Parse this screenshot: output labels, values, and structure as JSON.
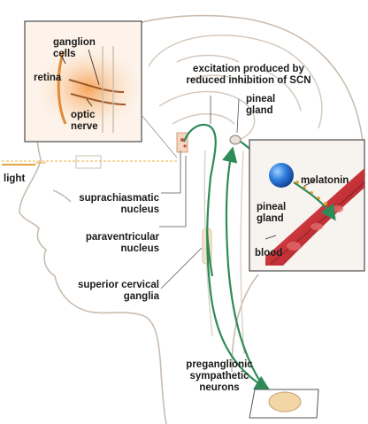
{
  "labels": {
    "ganglion_cells": "ganglion\ncells",
    "retina": "retina",
    "optic_nerve": "optic\nnerve",
    "excitation": "excitation produced by\nreduced inhibition of SCN",
    "pineal_gland_top": "pineal\ngland",
    "light": "light",
    "scn": "suprachiasmatic\nnucleus",
    "pvn": "paraventricular\nnucleus",
    "scg": "superior cervical\nganglia",
    "melatonin": "melatonin",
    "pineal_gland_inset": "pineal\ngland",
    "blood": "blood",
    "preganglionic": "preganglionic\nsympathetic\nneurons"
  },
  "colors": {
    "pathway_green": "#2e8b57",
    "skin_outline": "#c7b8aa",
    "brain_outline": "#d2c4b8",
    "retina_glow": "#f2a04a",
    "pineal_blue": "#2f7de0",
    "blood_red": "#d94a4a",
    "light_ray": "#f0c060"
  },
  "icons": [
    "pineal-gland-sphere-icon",
    "melatonin-dots-icon",
    "blood-vessel-icon",
    "light-ray-icon"
  ]
}
